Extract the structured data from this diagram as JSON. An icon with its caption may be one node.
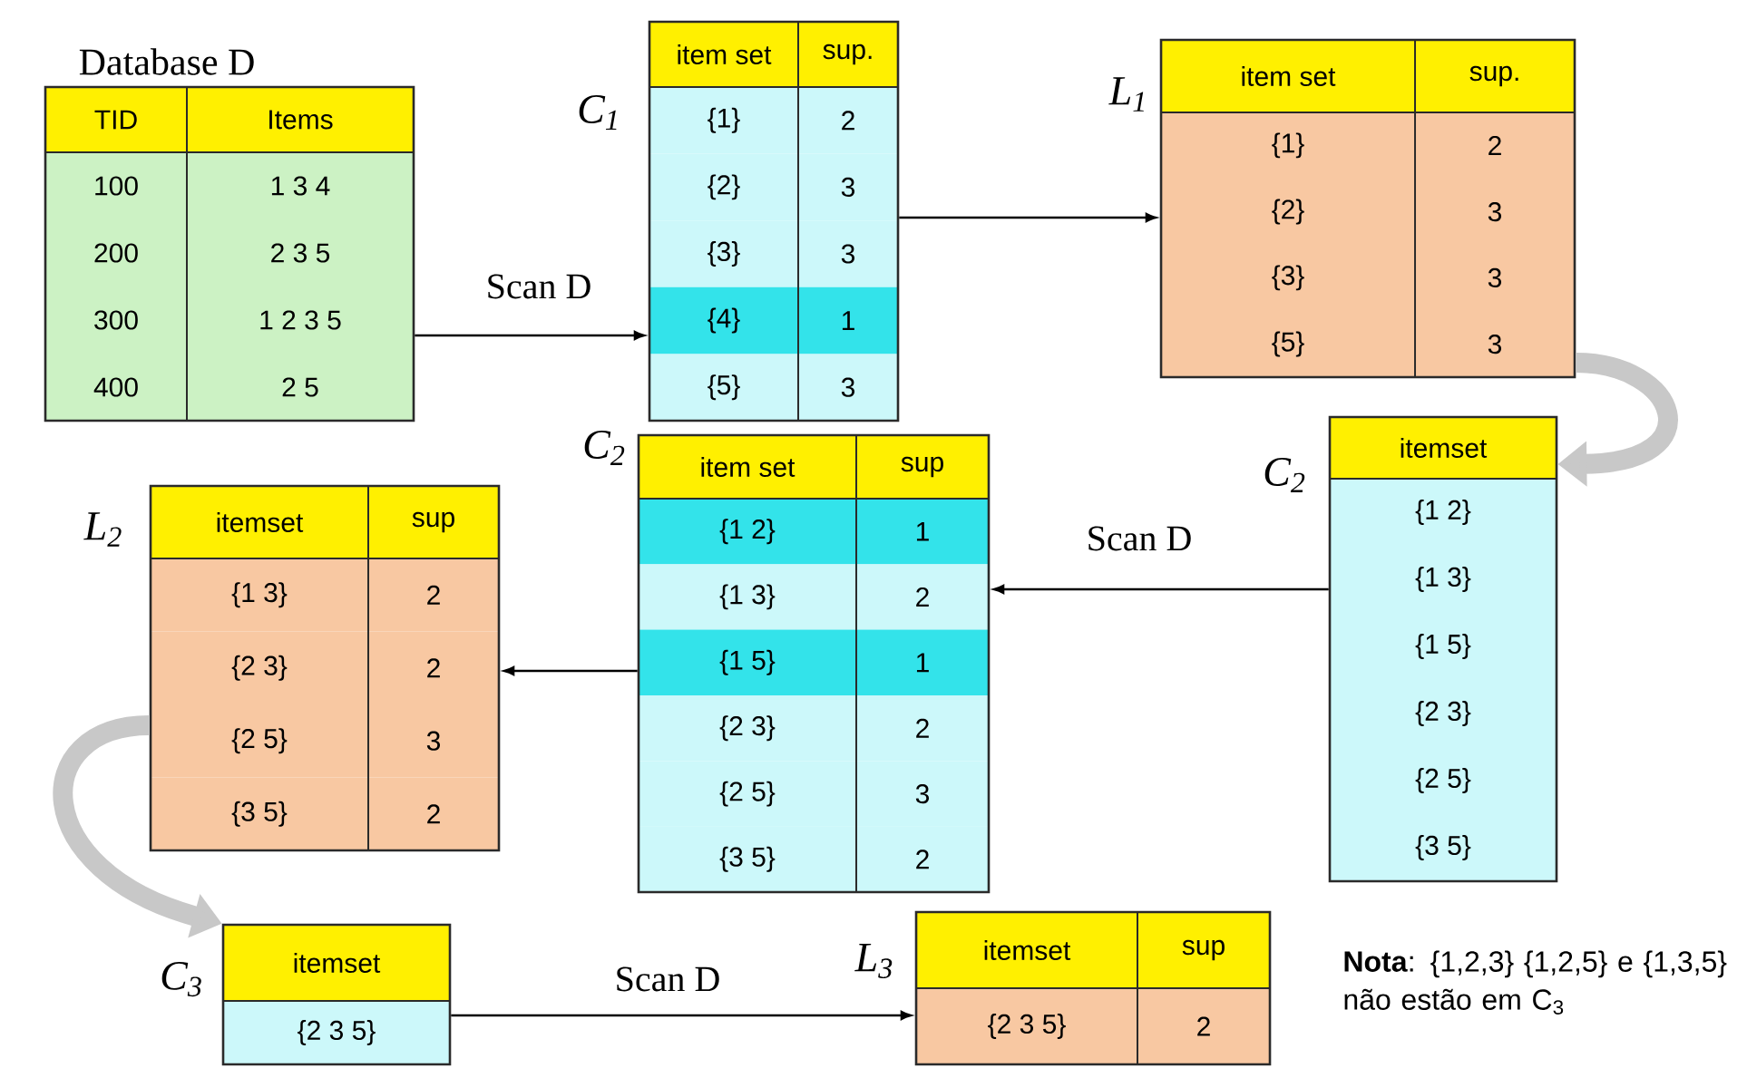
{
  "diagram": {
    "nodes": [
      {
        "text": [
          "Database D",
          "TID",
          "Items",
          "100",
          "1 3 4",
          "200",
          "2 3 5",
          "300",
          "1 2 3 5",
          "400",
          "2 5"
        ]
      },
      {
        "text": [
          "C$_{1}$",
          "item set",
          "sup.",
          "{1}",
          "2",
          "{2}",
          "3",
          "{3}",
          "3",
          "{4}",
          "1",
          "{5}",
          "3"
        ]
      },
      {
        "text": [
          "L$_{1}$",
          "item set",
          "sup.",
          "{1}",
          "2",
          "{2}",
          "3",
          "{3}",
          "3",
          "{5}",
          "3"
        ]
      },
      {
        "text": [
          "C$_{2}$",
          "itemset",
          "{1 2}",
          "{1 3}",
          "{1 5}",
          "{2 3}",
          "{2 5}",
          "{3 5}"
        ]
      },
      {
        "text": [
          "C$_{2}$",
          "item set",
          "sup",
          "{1 2}",
          "1",
          "{1 3}",
          "2",
          "{1 5}",
          "1",
          "{2 3}",
          "2",
          "{2 5}",
          "3",
          "{3 5}",
          "2"
        ]
      },
      {
        "text": [
          "L$_{2}$",
          "itemset",
          "sup",
          "{1 3}",
          "2",
          "{2 3}",
          "2",
          "{2 5}",
          "3",
          "{3 5}",
          "2"
        ]
      },
      {
        "text": [
          "C$_{3}$",
          "itemset",
          "{2 3 5}"
        ]
      },
      {
        "text": [
          "L$_{3}$",
          "itemset",
          "sup",
          "{2 3 5}",
          "2"
        ]
      }
    ],
    "edges": [
      {
        "from": 0,
        "to": 1,
        "arrow": "to",
        "label": "Scan D"
      },
      {
        "from": 1,
        "to": 2,
        "arrow": "to"
      },
      {
        "from": 2,
        "to": 3,
        "arrow": "to",
        "style": "thick",
        "color": "#c8c8c8"
      },
      {
        "from": 3,
        "to": 4,
        "arrow": "to",
        "label": "Scan D"
      },
      {
        "from": 4,
        "to": 5,
        "arrow": "to"
      },
      {
        "from": 5,
        "to": 6,
        "arrow": "to",
        "style": "thick",
        "color": "#c8c8c8"
      },
      {
        "from": 6,
        "to": 7,
        "arrow": "to",
        "label": "Scan D"
      }
    ],
    "labels": [
      "**Nota**: {1,2,3} {1,2,5} e {1,3,5} não estão em C$_{3}$"
    ]
  }
}
